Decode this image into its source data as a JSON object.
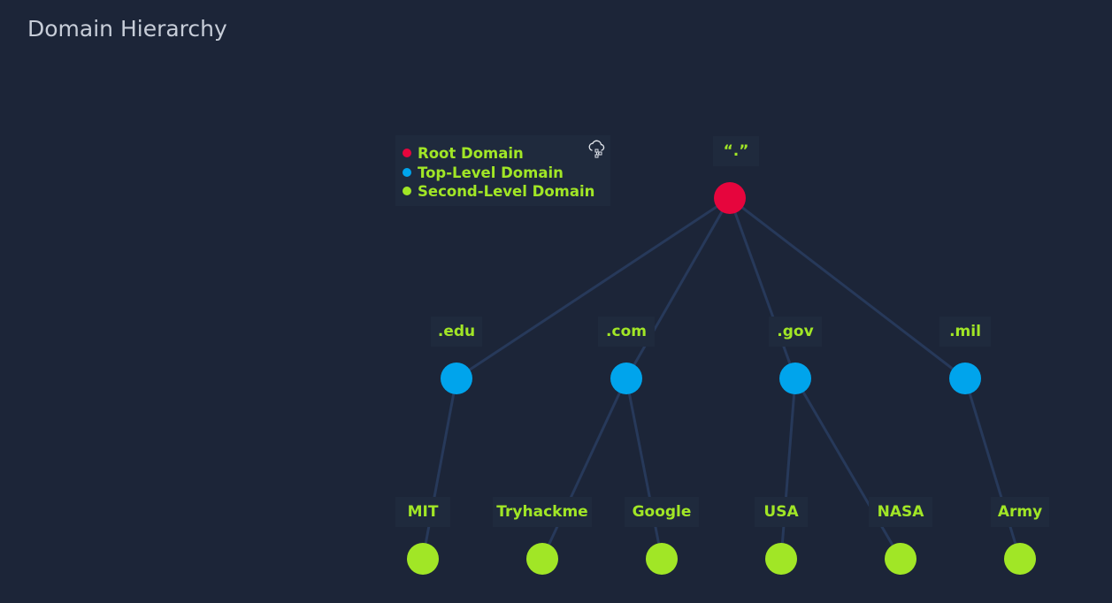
{
  "header": {
    "title": "Domain Hierarchy"
  },
  "legend": {
    "items": [
      {
        "label": "Root Domain",
        "color": "#e6053d"
      },
      {
        "label": "Top-Level Domain",
        "color": "#00a4ec"
      },
      {
        "label": "Second-Level Domain",
        "color": "#a1e626"
      }
    ],
    "icon": "cloud-network-icon"
  },
  "colors": {
    "background": "#1c2538",
    "edge": "#27395a",
    "label": "#a1e626",
    "label_bg": "#1f2a3d"
  },
  "tree": {
    "root": {
      "label": "“.”"
    },
    "tlds": [
      {
        "label": ".edu",
        "children": [
          {
            "label": "MIT"
          }
        ]
      },
      {
        "label": ".com",
        "children": [
          {
            "label": "Tryhackme"
          },
          {
            "label": "Google"
          }
        ]
      },
      {
        "label": ".gov",
        "children": [
          {
            "label": "USA"
          },
          {
            "label": "NASA"
          }
        ]
      },
      {
        "label": ".mil",
        "children": [
          {
            "label": "Army"
          }
        ]
      }
    ]
  }
}
